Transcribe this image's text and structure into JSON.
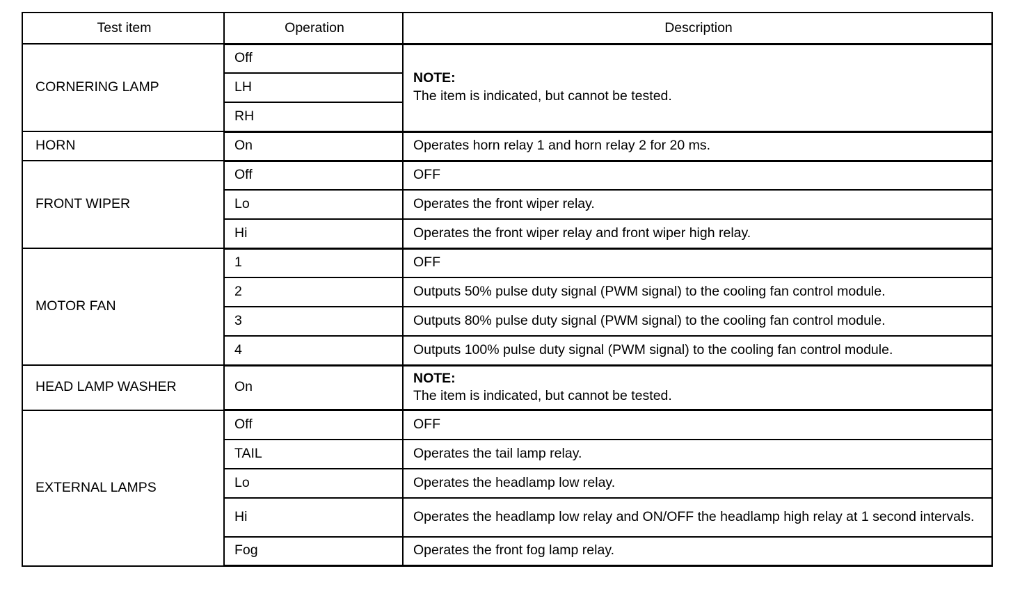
{
  "table": {
    "headers": [
      "Test item",
      "Operation",
      "Description"
    ],
    "note_label": "NOTE:",
    "note_body": "The item is indicated, but cannot be tested.",
    "groups": [
      {
        "test_item": "CORNERING LAMP",
        "operations": [
          "Off",
          "LH",
          "RH"
        ],
        "description_merged": true,
        "description_is_note": true,
        "descriptions": []
      },
      {
        "test_item": "HORN",
        "operations": [
          "On"
        ],
        "description_merged": false,
        "description_is_note": false,
        "descriptions": [
          "Operates horn relay 1 and horn relay 2 for 20 ms."
        ]
      },
      {
        "test_item": "FRONT WIPER",
        "operations": [
          "Off",
          "Lo",
          "Hi"
        ],
        "description_merged": false,
        "description_is_note": false,
        "descriptions": [
          "OFF",
          "Operates the front wiper relay.",
          "Operates the front wiper relay and front wiper high relay."
        ]
      },
      {
        "test_item": "MOTOR FAN",
        "operations": [
          "1",
          "2",
          "3",
          "4"
        ],
        "description_merged": false,
        "description_is_note": false,
        "descriptions": [
          "OFF",
          "Outputs 50% pulse duty signal (PWM signal) to the cooling fan control module.",
          "Outputs 80% pulse duty signal (PWM signal) to the cooling fan control module.",
          "Outputs 100% pulse duty signal (PWM signal) to the cooling fan control module."
        ]
      },
      {
        "test_item": "HEAD LAMP WASHER",
        "operations": [
          "On"
        ],
        "description_merged": true,
        "description_is_note": true,
        "descriptions": []
      },
      {
        "test_item": "EXTERNAL LAMPS",
        "operations": [
          "Off",
          "TAIL",
          "Lo",
          "Hi",
          "Fog"
        ],
        "description_merged": false,
        "description_is_note": false,
        "descriptions": [
          "OFF",
          "Operates the tail lamp relay.",
          "Operates the headlamp low relay.",
          "Operates the headlamp low relay and ON/OFF the headlamp high relay at 1 second intervals.",
          "Operates the front fog lamp relay."
        ]
      }
    ]
  },
  "colors": {
    "text": "#000000",
    "rule": "#000000",
    "background": "#ffffff"
  }
}
